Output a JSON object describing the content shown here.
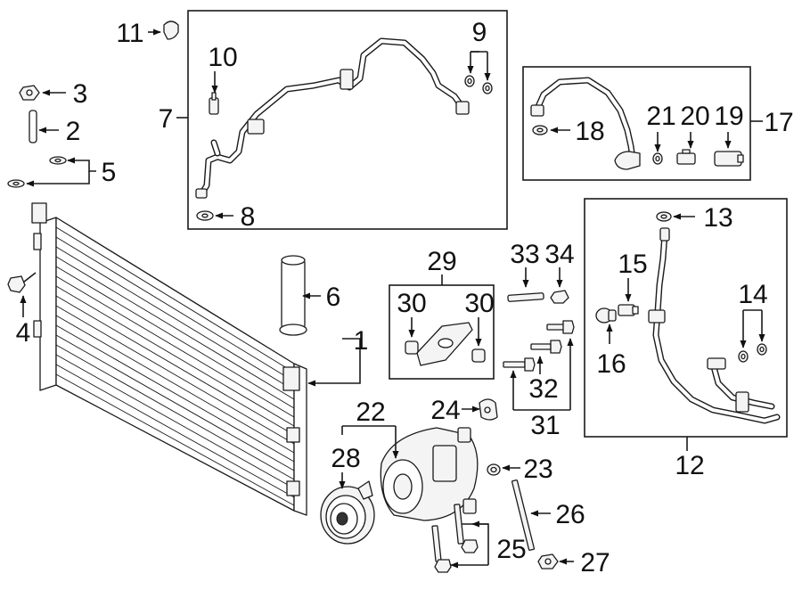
{
  "callouts": {
    "c1": "1",
    "c2": "2",
    "c3": "3",
    "c4": "4",
    "c5": "5",
    "c6": "6",
    "c7": "7",
    "c8": "8",
    "c9": "9",
    "c10": "10",
    "c11": "11",
    "c12": "12",
    "c13": "13",
    "c14": "14",
    "c15": "15",
    "c16": "16",
    "c17": "17",
    "c18": "18",
    "c19": "19",
    "c20": "20",
    "c21": "21",
    "c22": "22",
    "c23": "23",
    "c24": "24",
    "c25": "25",
    "c26": "26",
    "c27": "27",
    "c28": "28",
    "c29": "29",
    "c30a": "30",
    "c30b": "30",
    "c31": "31",
    "c32": "32",
    "c33": "33",
    "c34": "34"
  }
}
